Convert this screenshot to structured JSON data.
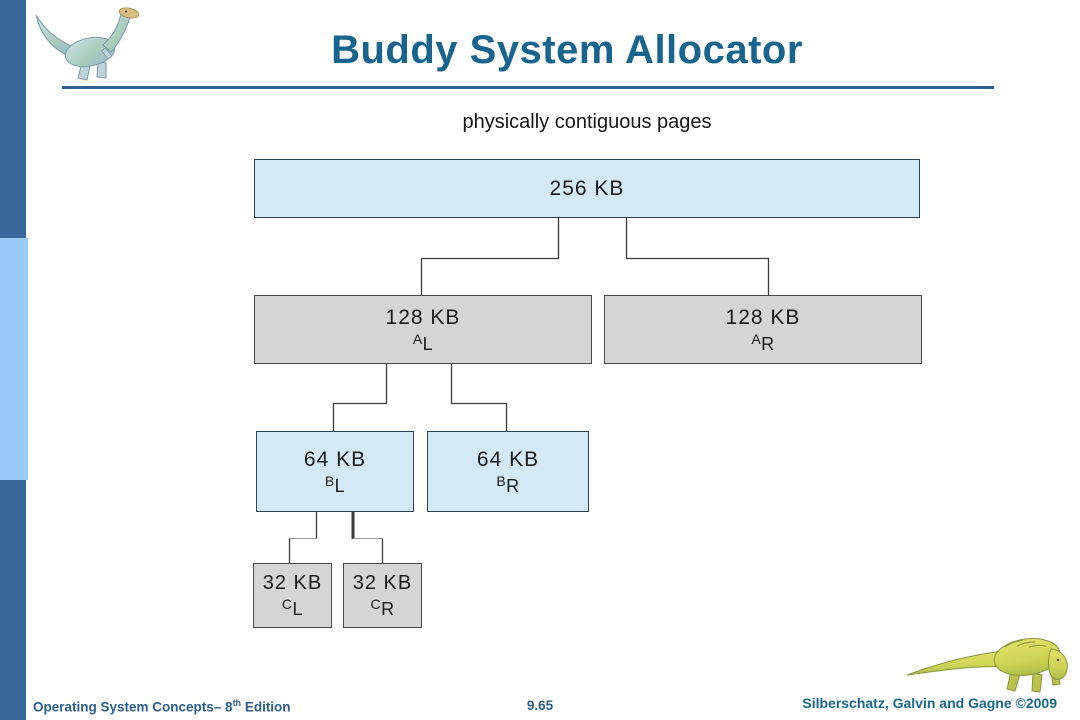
{
  "slide": {
    "title": "Buddy System Allocator",
    "subtitle": "physically contiguous pages"
  },
  "tree": {
    "nodes": [
      {
        "id": "root",
        "size": "256 KB"
      },
      {
        "id": "AL",
        "size": "128 KB",
        "var": "A",
        "sub": "L"
      },
      {
        "id": "AR",
        "size": "128 KB",
        "var": "A",
        "sub": "R"
      },
      {
        "id": "BL",
        "size": "64 KB",
        "var": "B",
        "sub": "L"
      },
      {
        "id": "BR",
        "size": "64 KB",
        "var": "B",
        "sub": "R"
      },
      {
        "id": "CL",
        "size": "32 KB",
        "var": "C",
        "sub": "L"
      },
      {
        "id": "CR",
        "size": "32 KB",
        "var": "C",
        "sub": "R"
      }
    ]
  },
  "footer": {
    "book": "Operating System Concepts– 8",
    "book_sup": "th",
    "book_rest": " Edition",
    "page": "9.65",
    "authors": "Silberschatz, Galvin and Gagne ©2009"
  },
  "icons": {
    "top_left": "dinosaur-logo",
    "bottom_right": "dinosaur-logo"
  },
  "colors": {
    "title": "#17648F",
    "rule": "#2E618F",
    "bar_dark": "#376899",
    "bar_light": "#9ACAF8",
    "box_blue": "#D3EAF6",
    "box_gray": "#D5D5D5",
    "box_border_blue": "#2E4450",
    "box_border_gray": "#484848",
    "footer_text": "#2B5E8C",
    "footer_right": "#17688C",
    "connector": "#3B3B3B"
  }
}
